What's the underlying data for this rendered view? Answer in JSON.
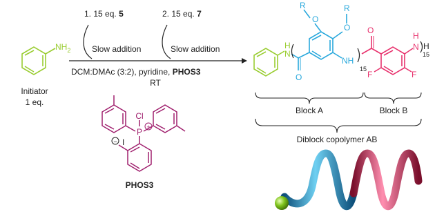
{
  "steps": [
    {
      "label": "1. 15 eq.",
      "reagent": "5",
      "action": "Slow addition"
    },
    {
      "label": "2. 15 eq.",
      "reagent": "7",
      "action": "Slow addition"
    }
  ],
  "conditions": {
    "solvent": "DCM:DMAc (3:2), pyridine,",
    "coupling_agent": "PHOS3",
    "temperature": "RT"
  },
  "initiator": {
    "label": "Initiator",
    "amount": "1 eq.",
    "group": "NH",
    "group_sub": "2"
  },
  "phos3": {
    "name": "PHOS3",
    "cl": "Cl",
    "p": "P",
    "plus": "+",
    "minus": "−",
    "iodide": "I"
  },
  "product": {
    "r_left": "R",
    "r_right": "R",
    "o_left": "O",
    "o_right": "O",
    "nh_left": "N",
    "h_left": "H",
    "nh_mid": "NH",
    "repeat_a": "15",
    "repeat_b": "15",
    "o_a": "O",
    "o_b": "O",
    "f1": "F",
    "f2": "F",
    "nh_end": "N",
    "h_end1": "H",
    "h_end2": "H"
  },
  "blocks": {
    "a": "Block A",
    "b": "Block B",
    "copolymer": "Diblock copolymer AB"
  },
  "colors": {
    "green": "#9acd32",
    "cyan": "#29a8dc",
    "pink": "#e8336e",
    "magenta": "#a0206e",
    "black": "#222222"
  }
}
